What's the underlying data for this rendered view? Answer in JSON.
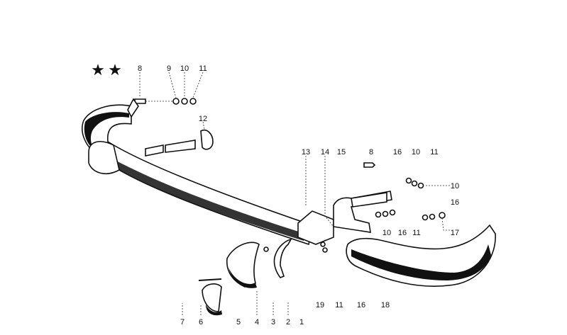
{
  "diagram": {
    "markers": [
      "★",
      "★"
    ],
    "labels": {
      "l8a": "8",
      "l9": "9",
      "l10a": "10",
      "l11a": "11",
      "l12": "12",
      "l13": "13",
      "l14": "14",
      "l15": "15",
      "l8b": "8",
      "l16a": "16",
      "l10b": "10",
      "l11b": "11",
      "l10c": "10",
      "l16b": "16",
      "l10d": "10",
      "l16c": "16",
      "l11c": "11",
      "l17": "17",
      "l19": "19",
      "l11d": "11",
      "l16d": "16",
      "l18": "18",
      "l7": "7",
      "l6": "6",
      "l5": "5",
      "l4": "4",
      "l3": "3",
      "l2": "2",
      "l1": "1"
    }
  }
}
